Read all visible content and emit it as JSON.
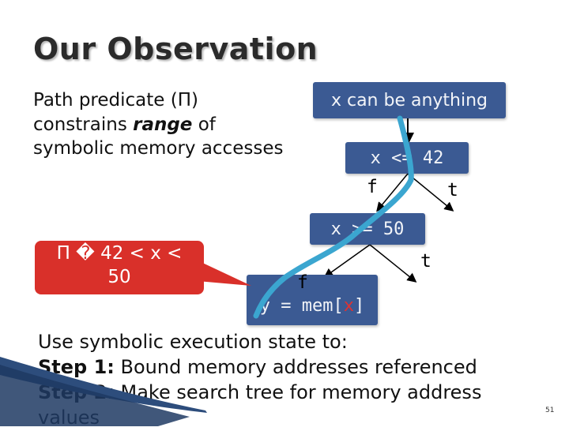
{
  "slide": {
    "title": "Our Observation",
    "intro_part1": "Path predicate (Π) constrains ",
    "intro_range": "range",
    "intro_part2": " of symbolic memory accesses",
    "callout_line1": "Π � 42 < x <",
    "callout_line2": "50",
    "tree": {
      "root": "x can be anything",
      "node1": "x <= 42",
      "node2": "x >= 50",
      "node3_prefix": "y = mem[",
      "node3_var": "x",
      "node3_suffix": "]",
      "label_f1": "f",
      "label_t1": "t",
      "label_t2": "t",
      "label_f2": "f"
    },
    "bottom_line1": "Use symbolic execution state to:",
    "step1_label": "Step 1:",
    "step1_text": " Bound memory addresses referenced",
    "step2_label": "Step 2:",
    "step2_text": " Make search tree for memory address",
    "bottom_line4": "values",
    "slide_number": "51"
  },
  "colors": {
    "node_fill": "#3b5a93",
    "callout_fill": "#d9302a",
    "path_highlight": "#3ba6d0"
  }
}
